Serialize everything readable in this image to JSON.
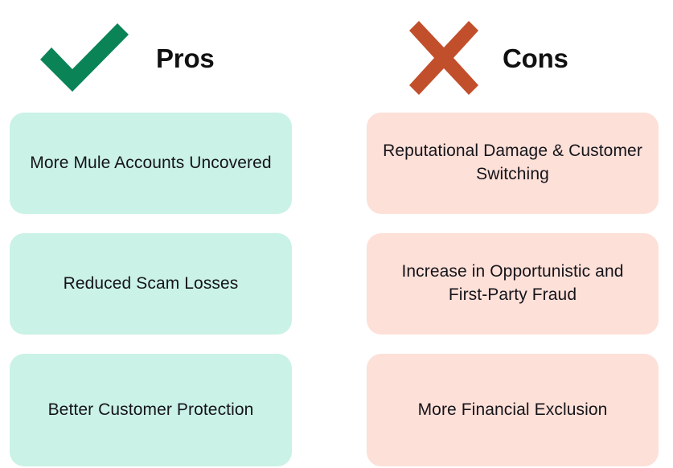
{
  "colors": {
    "pros_card_bg": "#CAF2E6",
    "cons_card_bg": "#FDE0D8",
    "check_icon": "#0A8457",
    "cross_icon": "#C24F2C",
    "text": "#15141A",
    "page_bg": "#FFFFFF"
  },
  "columns": [
    {
      "key": "pros",
      "title": "Pros",
      "icon": "check-icon",
      "items": [
        {
          "text": "More Mule Accounts Uncovered"
        },
        {
          "text": "Reduced Scam Losses"
        },
        {
          "text": "Better Customer Protection"
        }
      ]
    },
    {
      "key": "cons",
      "title": "Cons",
      "icon": "cross-icon",
      "items": [
        {
          "text": "Reputational Damage & Customer Switching"
        },
        {
          "text": "Increase in Opportunistic and First-Party Fraud"
        },
        {
          "text": "More Financial Exclusion"
        }
      ]
    }
  ]
}
